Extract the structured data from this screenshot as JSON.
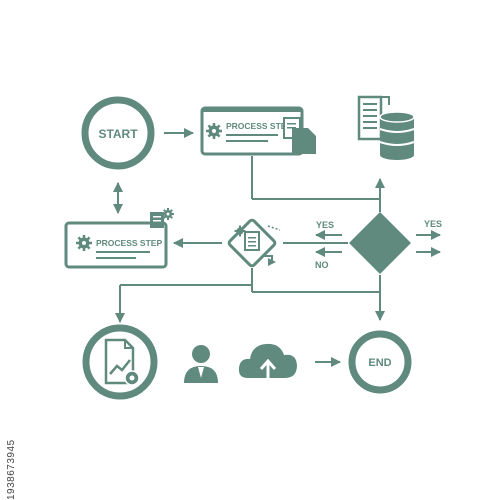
{
  "colors": {
    "primary": "#5f8a7d",
    "light": "#e9f0ed",
    "background": "#ffffff"
  },
  "nodes": {
    "start": {
      "label": "START"
    },
    "end": {
      "label": "END"
    },
    "process_step_top": {
      "label": "PROCESS STEP"
    },
    "process_step_left": {
      "label": "PROCESS STEP"
    }
  },
  "decision": {
    "yes_right": "YES",
    "yes_left": "YES",
    "no": "NO"
  },
  "icons": [
    "gear-icon",
    "document-icon",
    "database-icon",
    "report-chart-icon",
    "user-icon",
    "cloud-upload-icon",
    "tasks-icon"
  ],
  "watermark": {
    "id": "1938673945"
  }
}
